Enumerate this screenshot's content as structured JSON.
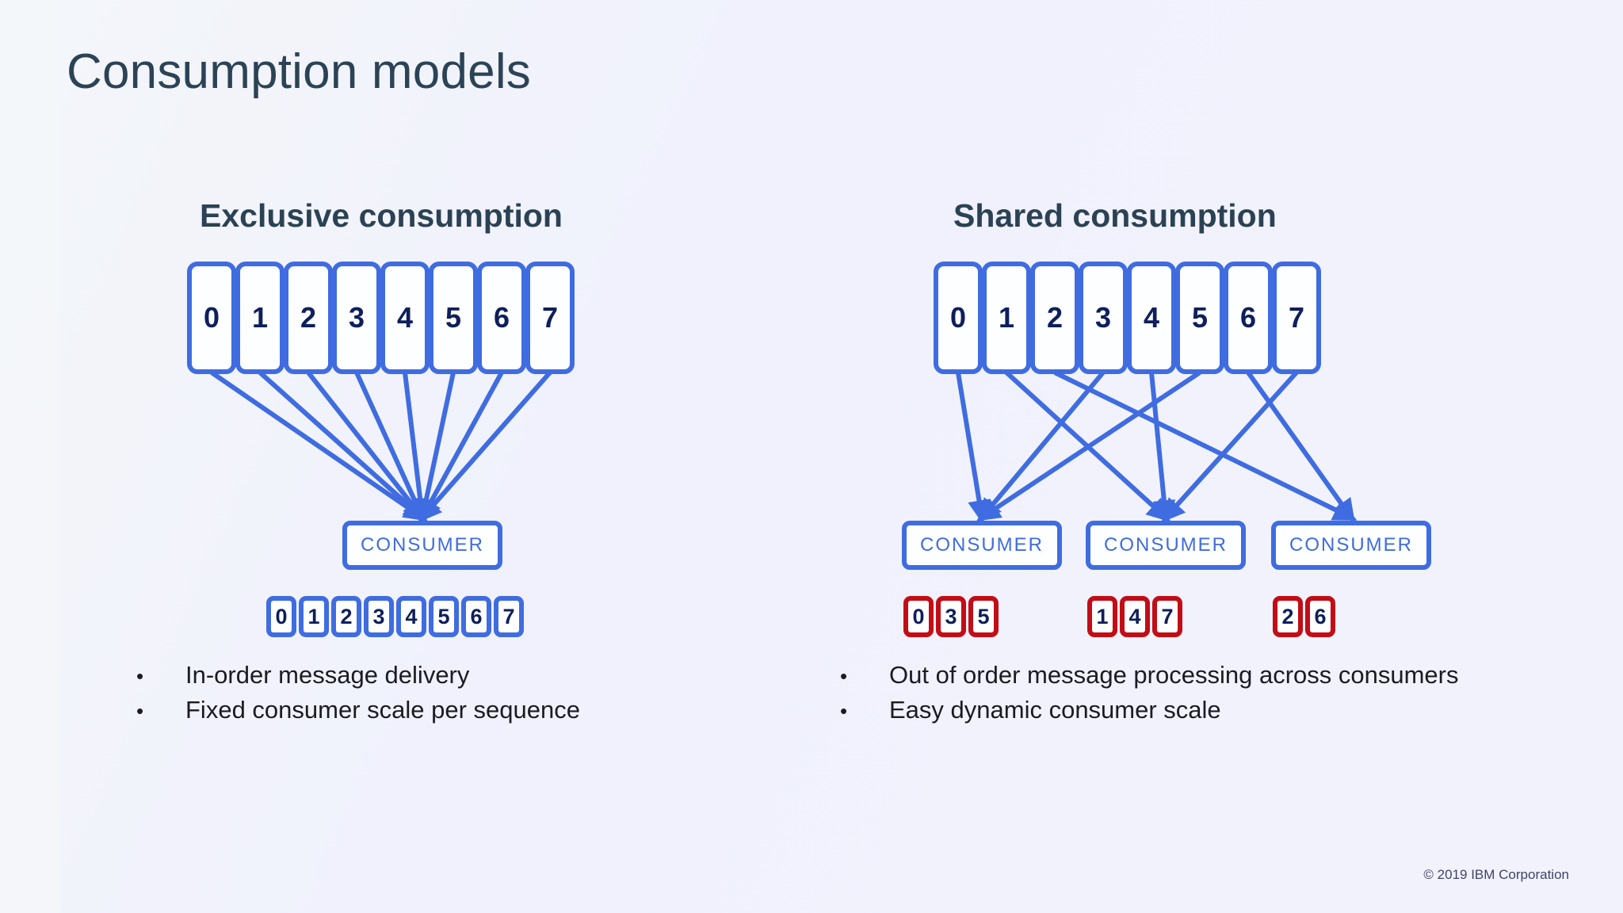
{
  "slide": {
    "title": "Consumption models",
    "footer": "© 2019 IBM Corporation",
    "background_color": "#f0f1fc",
    "accent_blue": "#3f6ce0",
    "accent_red": "#c20d17",
    "title_color": "#2c4356",
    "number_color": "#0e1f5b"
  },
  "left": {
    "heading": "Exclusive consumption",
    "partitions": [
      "0",
      "1",
      "2",
      "3",
      "4",
      "5",
      "6",
      "7"
    ],
    "consumers": [
      {
        "label": "CONSUMER",
        "messages": [
          "0",
          "1",
          "2",
          "3",
          "4",
          "5",
          "6",
          "7"
        ],
        "chip_color": "#3f6ce0"
      }
    ],
    "bullets": [
      "In-order message delivery",
      "Fixed consumer scale per sequence"
    ],
    "bullet_marker": "•"
  },
  "right": {
    "heading": "Shared consumption",
    "partitions": [
      "0",
      "1",
      "2",
      "3",
      "4",
      "5",
      "6",
      "7"
    ],
    "consumers": [
      {
        "label": "CONSUMER",
        "messages": [
          "0",
          "3",
          "5"
        ],
        "chip_color": "#c20d17"
      },
      {
        "label": "CONSUMER",
        "messages": [
          "1",
          "4",
          "7"
        ],
        "chip_color": "#c20d17"
      },
      {
        "label": "CONSUMER",
        "messages": [
          "2",
          "6"
        ],
        "chip_color": "#c20d17"
      }
    ],
    "bullets": [
      "Out of order message processing across consumers",
      "Easy dynamic consumer scale"
    ],
    "bullet_marker": "•"
  },
  "routing": {
    "left_mapping": [
      {
        "partition": "0",
        "consumer": 0
      },
      {
        "partition": "1",
        "consumer": 0
      },
      {
        "partition": "2",
        "consumer": 0
      },
      {
        "partition": "3",
        "consumer": 0
      },
      {
        "partition": "4",
        "consumer": 0
      },
      {
        "partition": "5",
        "consumer": 0
      },
      {
        "partition": "6",
        "consumer": 0
      },
      {
        "partition": "7",
        "consumer": 0
      }
    ],
    "right_mapping": [
      {
        "partition": "0",
        "consumer": 0
      },
      {
        "partition": "1",
        "consumer": 1
      },
      {
        "partition": "2",
        "consumer": 2
      },
      {
        "partition": "3",
        "consumer": 0
      },
      {
        "partition": "4",
        "consumer": 1
      },
      {
        "partition": "5",
        "consumer": 0
      },
      {
        "partition": "6",
        "consumer": 2
      },
      {
        "partition": "7",
        "consumer": 1
      }
    ]
  }
}
